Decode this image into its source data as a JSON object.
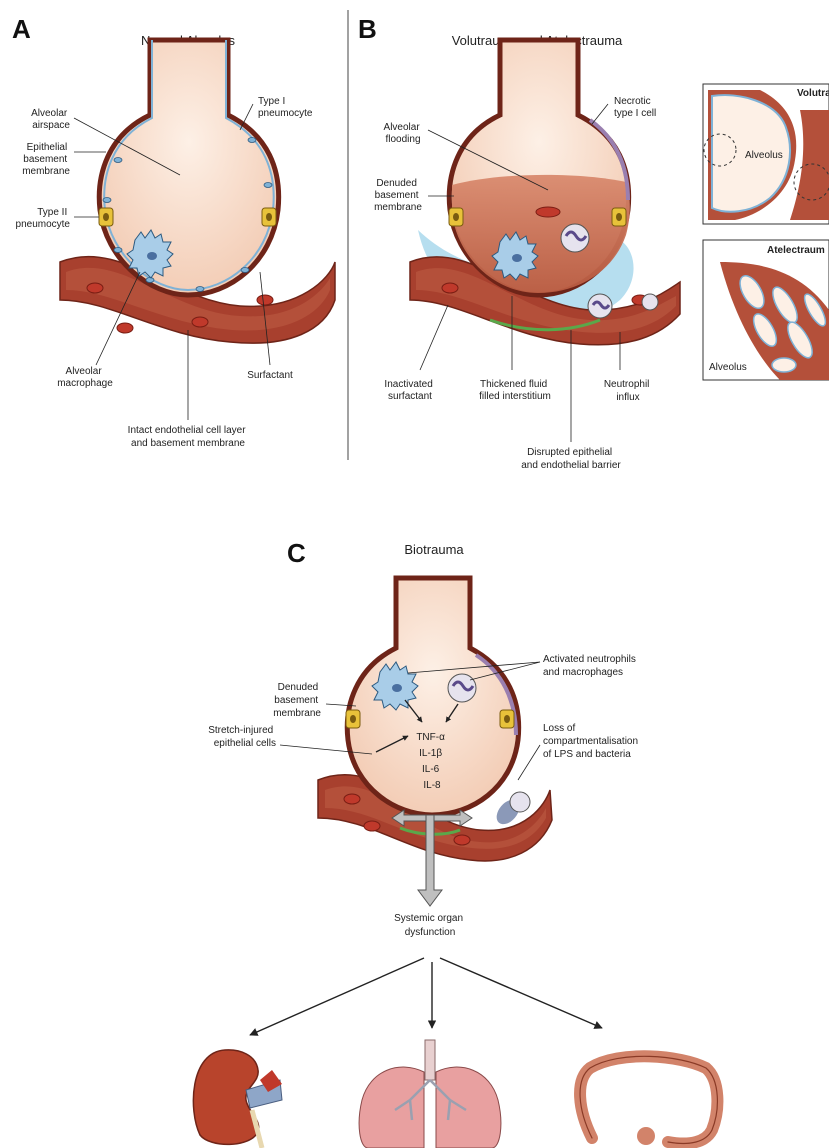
{
  "panels": {
    "a": {
      "letter": "A",
      "title": "Normal Alveolus",
      "labels": {
        "airspace": [
          "Alveolar",
          "airspace"
        ],
        "epithelial_bm": [
          "Epithelial",
          "basement",
          "membrane"
        ],
        "type2": [
          "Type II",
          "pneumocyte"
        ],
        "type1": [
          "Type I",
          "pneumocyte"
        ],
        "macrophage": [
          "Alveolar",
          "macrophage"
        ],
        "surfactant": [
          "Surfactant"
        ],
        "endothelial": [
          "Intact endothelial cell layer",
          "and basement membrane"
        ]
      }
    },
    "b": {
      "letter": "B",
      "title": "Volutrauma and Atelectrauma",
      "labels": {
        "flooding": [
          "Alveolar",
          "flooding"
        ],
        "denuded": [
          "Denuded",
          "basement",
          "membrane"
        ],
        "necrotic": [
          "Necrotic",
          "type I cell"
        ],
        "inactivated": [
          "Inactivated",
          "surfactant"
        ],
        "thickened": [
          "Thickened fluid",
          "filled interstitium"
        ],
        "neutrophil": [
          "Neutrophil",
          "influx"
        ],
        "disrupted": [
          "Disrupted epithelial",
          "and endothelial barrier"
        ]
      },
      "insets": {
        "volutrauma_title": "Volutraum",
        "volutrauma_alveolus": "Alveolus",
        "atelectrauma_title": "Atelectraum",
        "atelectrauma_alveolus": "Alveolus"
      }
    },
    "c": {
      "letter": "C",
      "title": "Biotrauma",
      "labels": {
        "activated": [
          "Activated neutrophils",
          "and macrophages"
        ],
        "denuded": [
          "Denuded",
          "basement",
          "membrane"
        ],
        "stretch": [
          "Stretch-injured",
          "epithelial cells"
        ],
        "loss": [
          "Loss of",
          "compartmentalisation",
          "of LPS and bacteria"
        ],
        "cytokines": [
          "TNF-α",
          "IL-1β",
          "IL-6",
          "IL-8"
        ],
        "systemic": [
          "Systemic organ",
          "dysfunction"
        ]
      }
    }
  },
  "colors": {
    "alveolus_fill": "#f9e2d3",
    "vessel": "#a8402e",
    "flood": "#c9644a",
    "fluid": "#a9d8ec",
    "cell_blue": "#7fb2d6",
    "type2": "#e8c23a",
    "rbc": "#c0392b"
  }
}
